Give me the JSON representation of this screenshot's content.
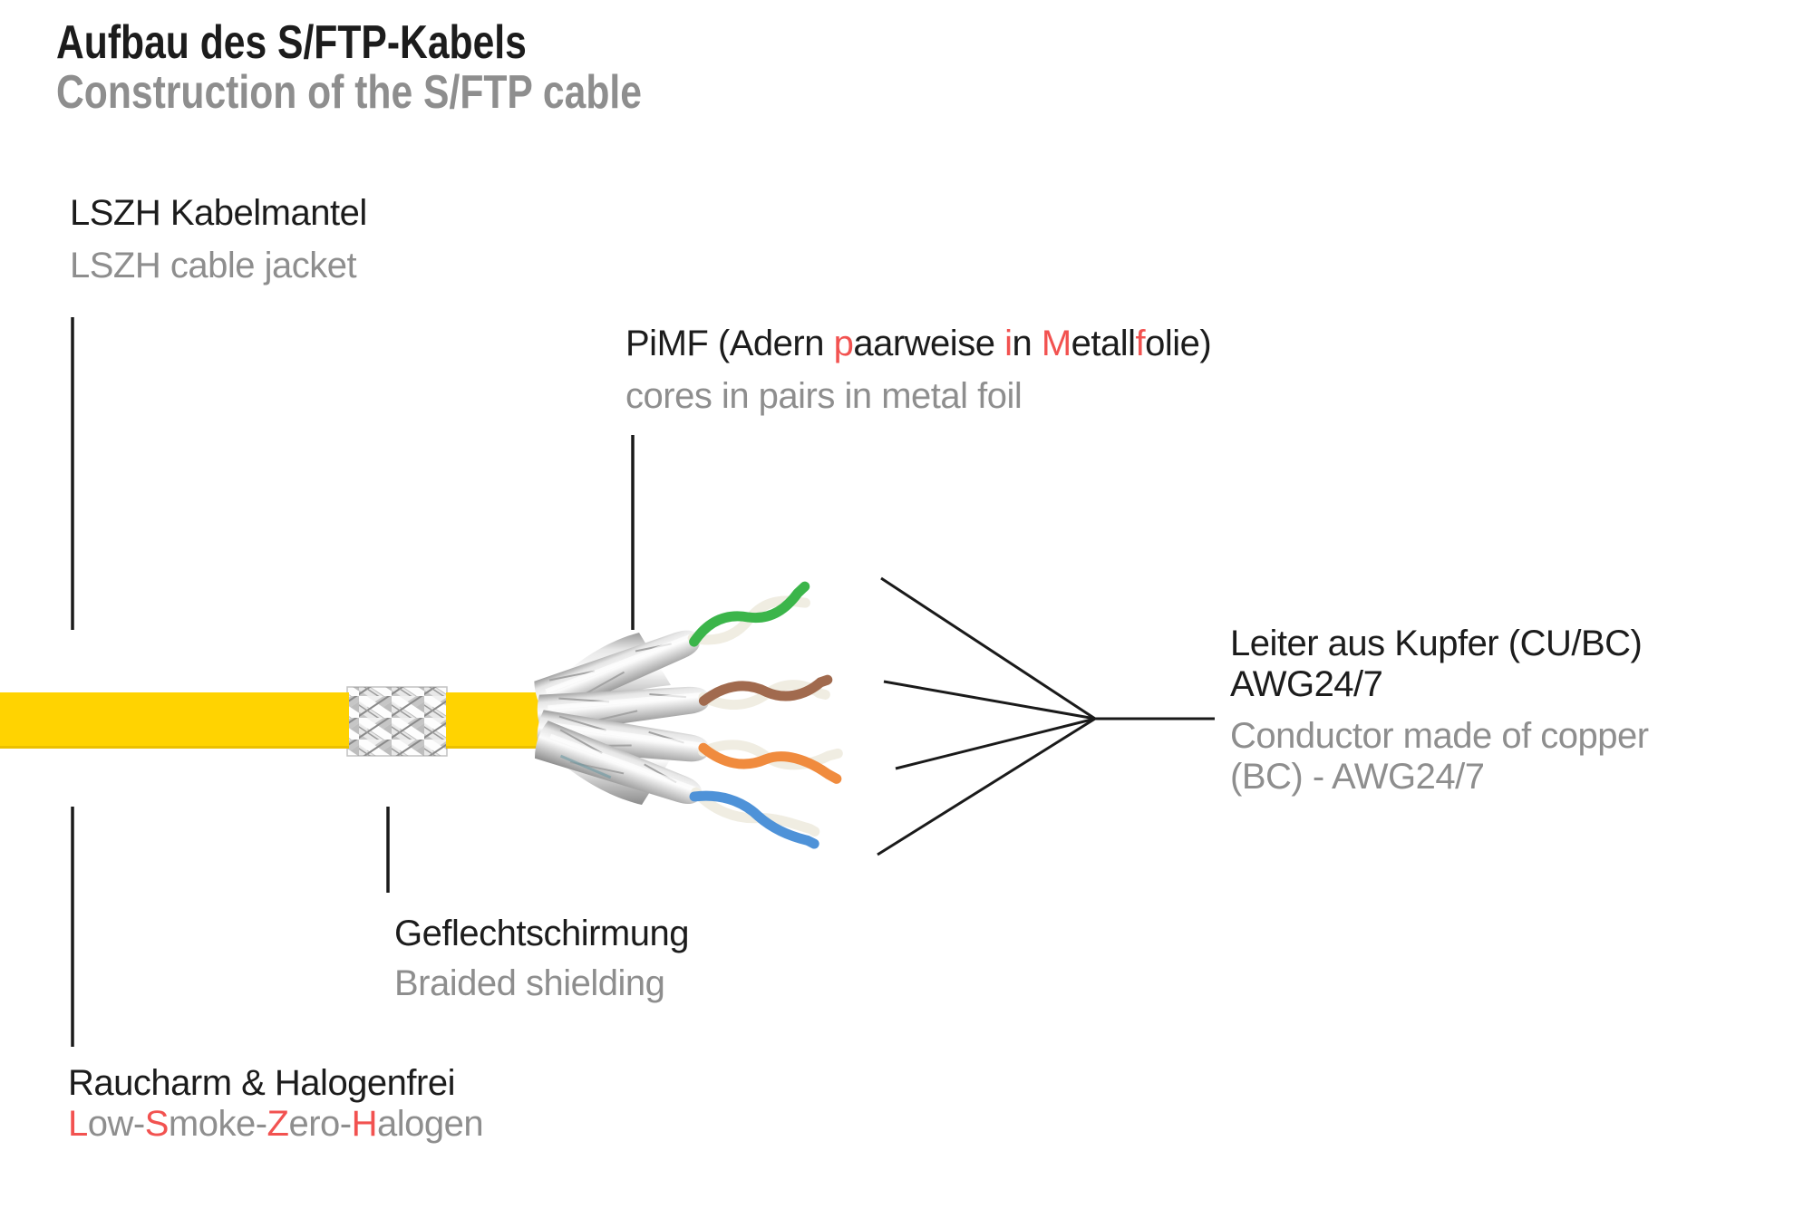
{
  "header": {
    "title": "Aufbau des S/FTP-Kabels",
    "subtitle": "Construction of the S/FTP cable"
  },
  "labels": {
    "jacket": {
      "de": "LSZH Kabelmantel",
      "en": "LSZH cable jacket"
    },
    "pimf": {
      "de_parts": [
        {
          "text": "PiMF (Adern "
        },
        {
          "text": "p",
          "red": true
        },
        {
          "text": "aarweise "
        },
        {
          "text": "i",
          "red": true
        },
        {
          "text": "n "
        },
        {
          "text": "M",
          "red": true
        },
        {
          "text": "etall"
        },
        {
          "text": "f",
          "red": true
        },
        {
          "text": "olie)"
        }
      ],
      "en": "cores in pairs in metal foil"
    },
    "conductor": {
      "de_line1": "Leiter aus Kupfer (CU/BC)",
      "de_line2": "AWG24/7",
      "en_line1": "Conductor made of copper",
      "en_line2": "(BC) - AWG24/7"
    },
    "braid": {
      "de": "Geflechtschirmung",
      "en": "Braided shielding"
    },
    "lszh": {
      "de": "Raucharm & Halogenfrei",
      "en_parts": [
        {
          "text": "L",
          "red": true
        },
        {
          "text": "ow-"
        },
        {
          "text": "S",
          "red": true
        },
        {
          "text": "moke-"
        },
        {
          "text": "Z",
          "red": true
        },
        {
          "text": "ero-"
        },
        {
          "text": "H",
          "red": true
        },
        {
          "text": "alogen"
        }
      ]
    }
  },
  "colors": {
    "accent_red": "#F25250",
    "text_black": "#1C1C1C",
    "text_gray": "#8E8E8E",
    "jacket_yellow": "#FFD301",
    "wire_green": "#3BB54A",
    "wire_brown": "#A16A4E",
    "wire_orange": "#F08B3E",
    "wire_blue": "#4E92D8",
    "wire_white": "#F0EDE2"
  }
}
